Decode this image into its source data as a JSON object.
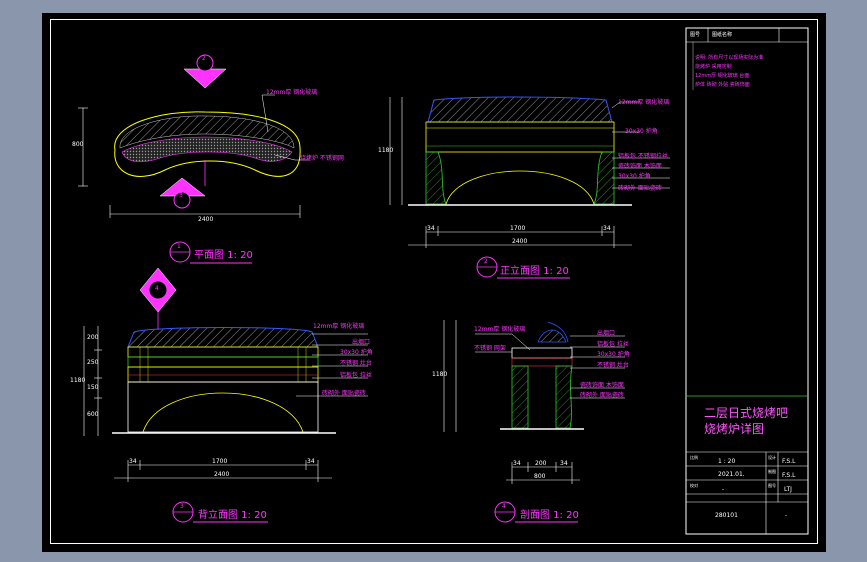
{
  "drawing": {
    "views": {
      "plan": {
        "title": "平面图 1: 20",
        "dim_width": "2400",
        "dim_depth": "800",
        "callouts": [
          "12mm厚 钢化玻璃",
          "烧烤炉 不锈钢网"
        ]
      },
      "front": {
        "title": "正立面图 1: 20",
        "dims_bottom": [
          "34",
          "1700",
          "34"
        ],
        "dim_total": "2400",
        "dim_height": "1180",
        "callouts": [
          "12mm厚 钢化玻璃",
          "30x30 护角",
          "铝板包 不锈钢拉丝",
          "瓷砖饰面 木饰面",
          "30x30 护角",
          "砖砌外 面贴瓷砖"
        ]
      },
      "back": {
        "title": "背立面图 1: 20",
        "dims_bottom": [
          "34",
          "1700",
          "34"
        ],
        "dim_total": "2400",
        "dim_height": "1180",
        "dims_left": [
          "200",
          "250",
          "150",
          "600"
        ],
        "callouts": [
          "12mm厚 钢化玻璃",
          "出烟口",
          "30x30 护角",
          "不锈钢 灶台",
          "铝板包 拉丝",
          "砖砌外 面贴瓷砖"
        ]
      },
      "section": {
        "title": "剖面图 1: 20",
        "dims_bottom": [
          "34",
          "200",
          "34"
        ],
        "dim_total": "800",
        "dim_height": "1180",
        "left_callouts": [
          "12mm厚 钢化玻璃",
          "不锈钢 网架"
        ],
        "callouts": [
          "出烟口",
          "铝板包 拉丝",
          "30x30 护角",
          "不锈钢 灶台",
          "瓷砖饰面 木饰面",
          "砖砌外 面贴瓷砖"
        ]
      }
    },
    "bubbles": {
      "plan_marker": "2",
      "front": "2",
      "plan_view": "1",
      "back": "3",
      "back_marker": "4",
      "section": "4",
      "sheet_ref": "-"
    },
    "notes": [
      "说明: 所有尺寸以现场实际为准",
      "烧烤炉 采用定制",
      "12mm厚 钢化玻璃 台面",
      "炉体 砖砌 外贴 瓷砖饰面"
    ]
  },
  "title_block": {
    "header": [
      "图号",
      "图纸名称",
      ""
    ],
    "project_title": "二层日式烧烤吧 烧烤炉详图",
    "scale_label": "比例",
    "scale_value": "1 : 20",
    "designer_label": "设计",
    "designer_value": "F.S.L",
    "drafter_label": "制图",
    "drafter_value": "F.S.L",
    "checker_label": "校对",
    "checker_value": "-",
    "date_value": "2021.01.",
    "sheet_label": "图号",
    "sheet_value": "LTJ",
    "code_value": "280101",
    "page_value": "-"
  }
}
